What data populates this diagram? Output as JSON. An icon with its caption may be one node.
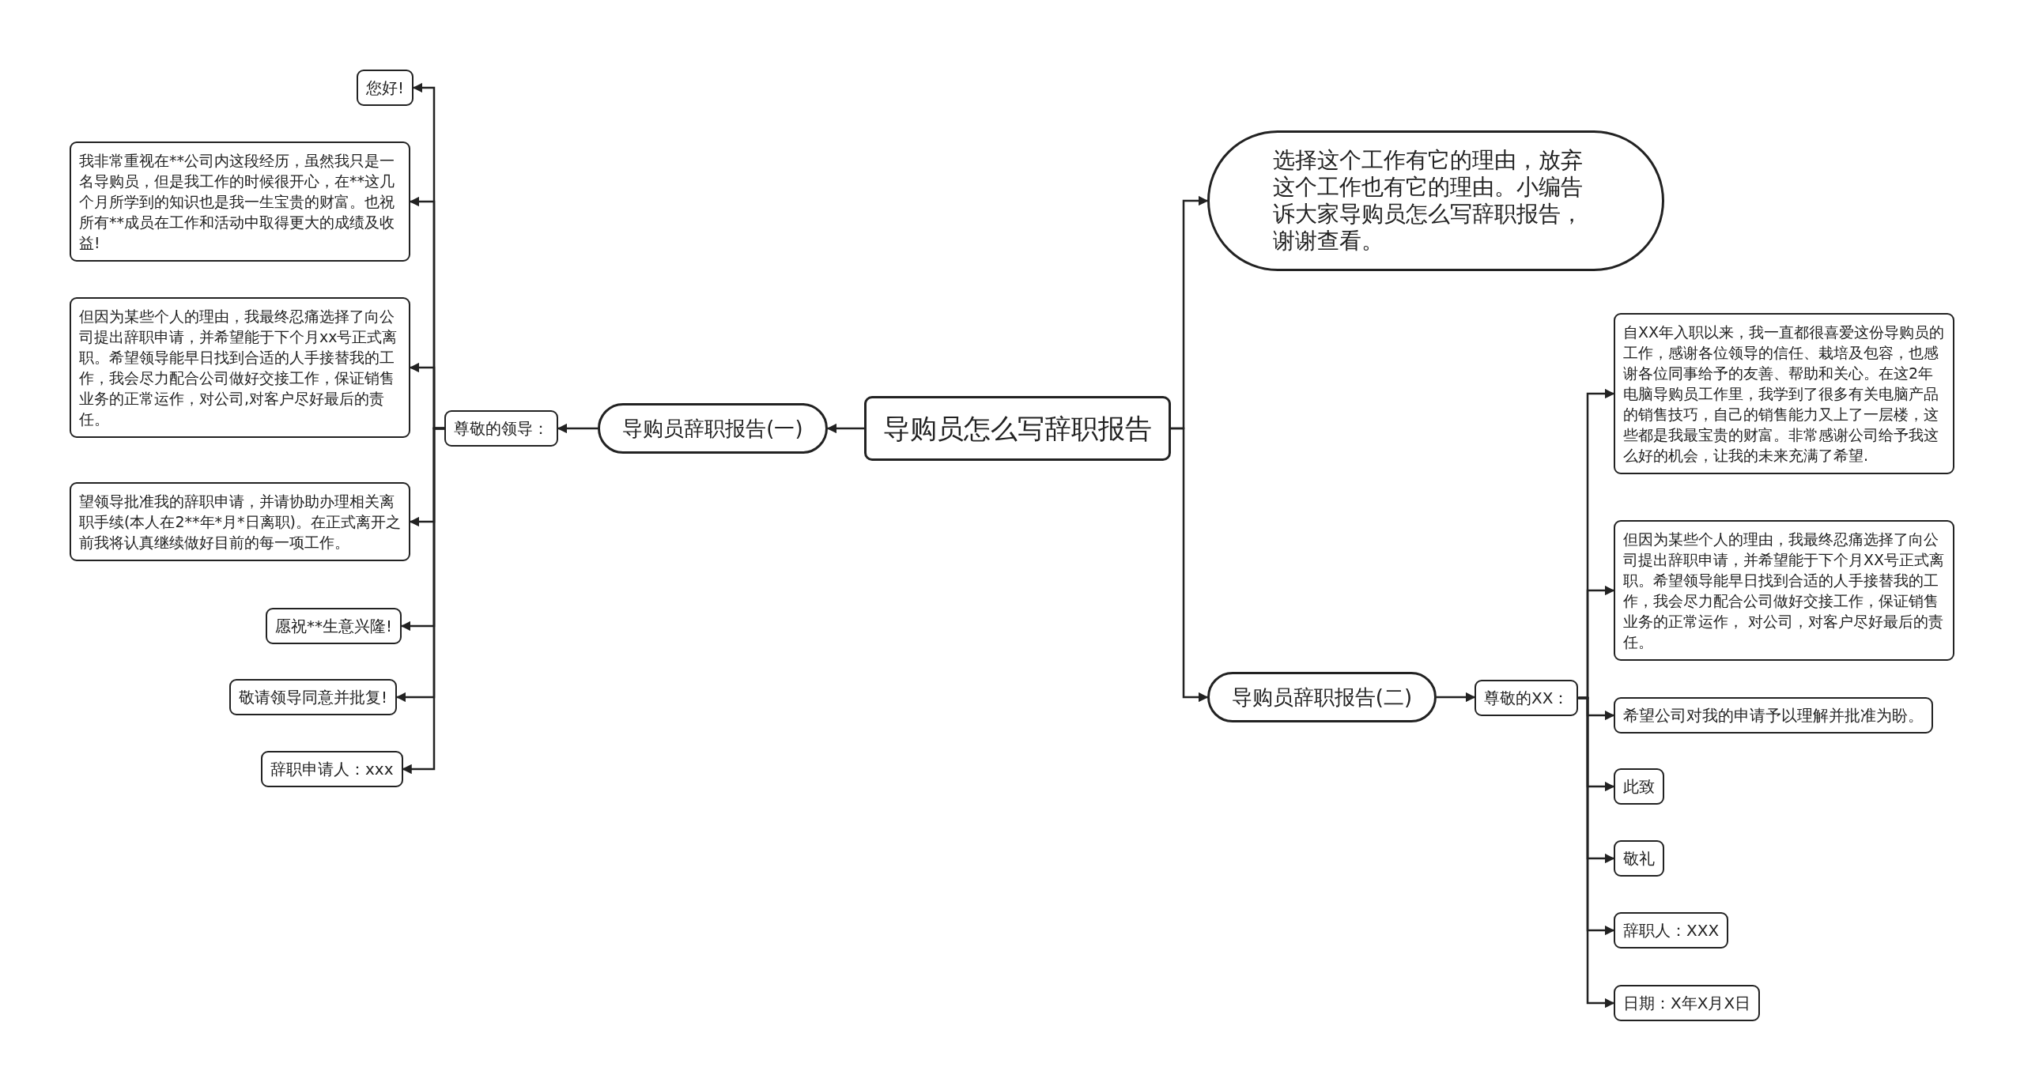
{
  "diagram": {
    "nodes": [
      {
        "text": [
          "导购员怎么写辞职报告"
        ]
      },
      {
        "text": [
          "导购员辞职报告(一)"
        ]
      },
      {
        "text": [
          "尊敬的领导："
        ]
      },
      {
        "text": [
          "您好!"
        ]
      },
      {
        "text": [
          "我非常重视在**公司内这段经历，虽然我只是一名导购员，但是我工作的时候很开心，在**这几个月所学到的知识也是我一生宝贵的财富。也祝所有**成员在工作和活动中取得更大的成绩及收益!"
        ]
      },
      {
        "text": [
          "但因为某些个人的理由，我最终忍痛选择了向公司提出辞职申请，并希望能于下个月xx号正式离职。希望领导能早日找到合适的人手接替我的工作，我会尽力配合公司做好交接工作，保证销售业务的正常运作，对公司,对客户尽好最后的责任。"
        ]
      },
      {
        "text": [
          "望领导批准我的辞职申请，并请协助办理相关离职手续(本人在2**年*月*日离职)。在正式离开之前我将认真继续做好目前的每一项工作。"
        ]
      },
      {
        "text": [
          "愿祝**生意兴隆!"
        ]
      },
      {
        "text": [
          "敬请领导同意并批复!"
        ]
      },
      {
        "text": [
          "辞职申请人：xxx"
        ]
      },
      {
        "text": [
          "选择这个工作有它的理由，放弃这个工作也有它的理由。小编告诉大家导购员怎么写辞职报告，谢谢查看。"
        ]
      },
      {
        "text": [
          "导购员辞职报告(二)"
        ]
      },
      {
        "text": [
          "尊敬的XX："
        ]
      },
      {
        "text": [
          "自XX年入职以来，我一直都很喜爱这份导购员的工作，感谢各位领导的信任、栽培及包容，也感谢各位同事给予的友善、帮助和关心。在这2年电脑导购员工作里，我学到了很多有关电脑产品的销售技巧，自己的销售能力又上了一层楼，这些都是我最宝贵的财富。非常感谢公司给予我这么好的机会，让我的未来充满了希望."
        ]
      },
      {
        "text": [
          "但因为某些个人的理由，我最终忍痛选择了向公司提出辞职申请，并希望能于下个月XX号正式离职。希望领导能早日找到合适的人手接替我的工作，我会尽力配合公司做好交接工作，保证销售业务的正常运作， 对公司，对客户尽好最后的责任。"
        ]
      },
      {
        "text": [
          "希望公司对我的申请予以理解并批准为盼。"
        ]
      },
      {
        "text": [
          "此致"
        ]
      },
      {
        "text": [
          "敬礼"
        ]
      },
      {
        "text": [
          "辞职人：XXX"
        ]
      },
      {
        "text": [
          "日期：X年X月X日"
        ]
      }
    ],
    "edges": [
      {
        "from": 0,
        "to": 1,
        "arrow": "to"
      },
      {
        "from": 1,
        "to": 2,
        "arrow": "to"
      },
      {
        "from": 2,
        "to": 3,
        "arrow": "to"
      },
      {
        "from": 2,
        "to": 4,
        "arrow": "to"
      },
      {
        "from": 2,
        "to": 5,
        "arrow": "to"
      },
      {
        "from": 2,
        "to": 6,
        "arrow": "to"
      },
      {
        "from": 2,
        "to": 7,
        "arrow": "to"
      },
      {
        "from": 2,
        "to": 8,
        "arrow": "to"
      },
      {
        "from": 2,
        "to": 9,
        "arrow": "to"
      },
      {
        "from": 0,
        "to": 10,
        "arrow": "to"
      },
      {
        "from": 0,
        "to": 11,
        "arrow": "to"
      },
      {
        "from": 11,
        "to": 12,
        "arrow": "to"
      },
      {
        "from": 12,
        "to": 13,
        "arrow": "to"
      },
      {
        "from": 12,
        "to": 14,
        "arrow": "to"
      },
      {
        "from": 12,
        "to": 15,
        "arrow": "to"
      },
      {
        "from": 12,
        "to": 16,
        "arrow": "to"
      },
      {
        "from": 12,
        "to": 17,
        "arrow": "to"
      },
      {
        "from": 12,
        "to": 18,
        "arrow": "to"
      },
      {
        "from": 12,
        "to": 19,
        "arrow": "to"
      }
    ]
  }
}
